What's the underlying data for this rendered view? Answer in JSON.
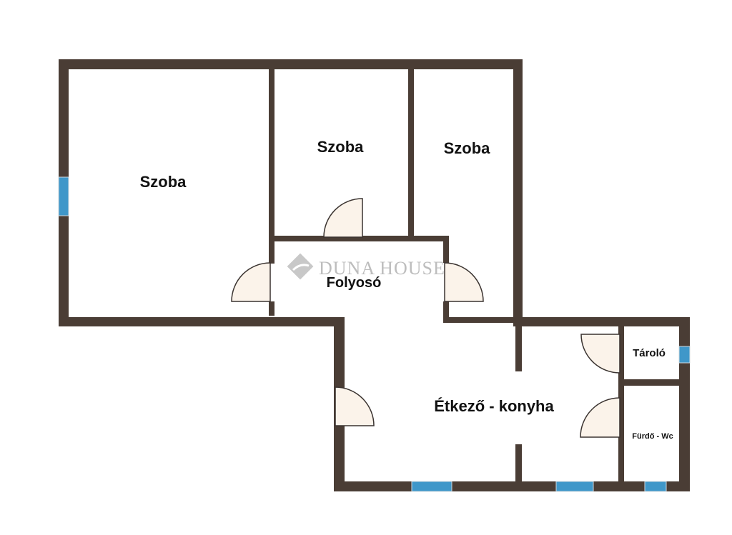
{
  "rooms": {
    "szoba_1": "Szoba",
    "szoba_2": "Szoba",
    "szoba_3": "Szoba",
    "folyoso": "Folyosó",
    "etkezo_konyha": "Étkező - konyha",
    "tarolo": "Tároló",
    "furdo_wc": "Fürdő - Wc"
  },
  "watermark": "DUNA HOUSE",
  "colors": {
    "wall": "#4a3d35",
    "window": "#3f97c9",
    "door": "#fbf3ea"
  }
}
